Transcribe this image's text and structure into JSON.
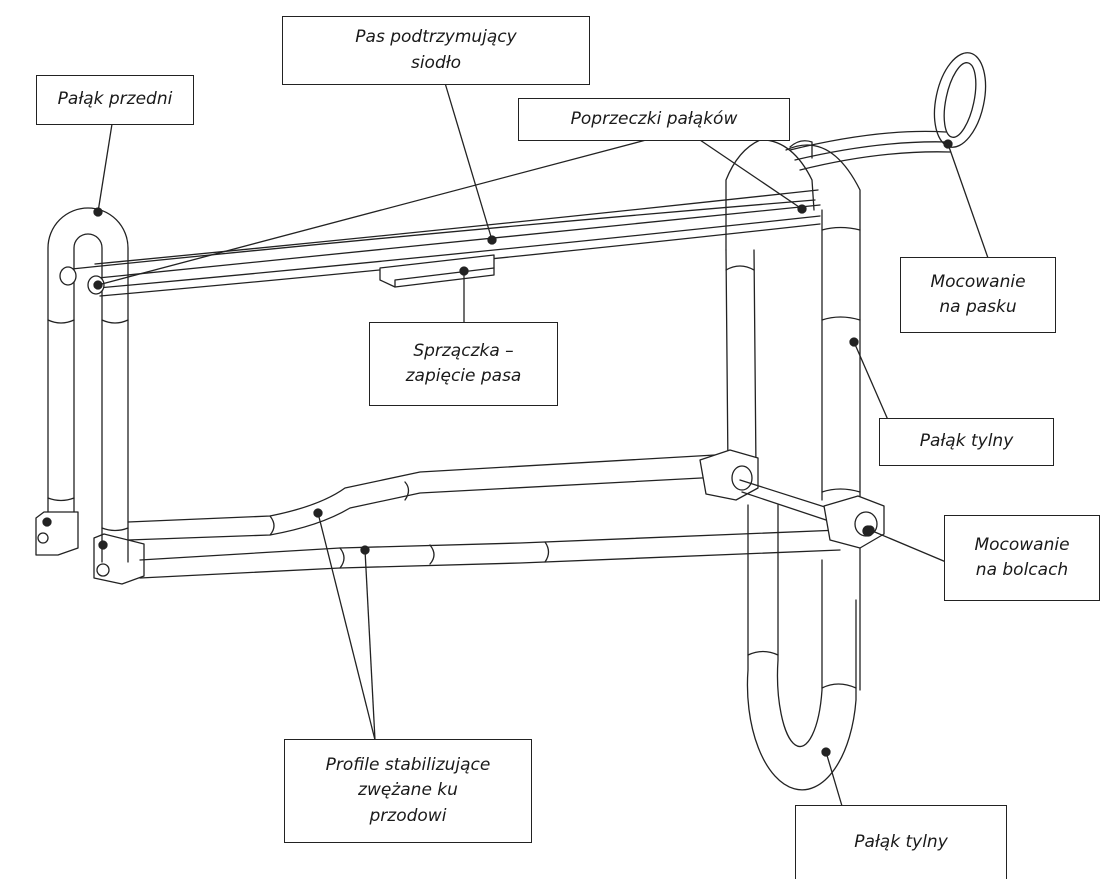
{
  "labels": {
    "front_hoop": [
      "Pałąk przedni"
    ],
    "saddle_strap": [
      "Pas podtrzymujący",
      "siodło"
    ],
    "crossbars": [
      "Poprzeczki pałąków"
    ],
    "strap_mount": [
      "Mocowanie",
      "na pasku"
    ],
    "buckle": [
      "Sprzączka –",
      "zapięcie pasa"
    ],
    "rear_hoop_upper": [
      "Pałąk tylny"
    ],
    "pin_mount": [
      "Mocowanie",
      "na bolcach"
    ],
    "profiles": [
      "Profile stabilizujące",
      "zwężane ku",
      "przodowi"
    ],
    "rear_hoop_lower": [
      "Pałąk tylny"
    ]
  },
  "colors": {
    "line": "#222222",
    "fill": "#ffffff",
    "shade": "#f3f3f3"
  }
}
